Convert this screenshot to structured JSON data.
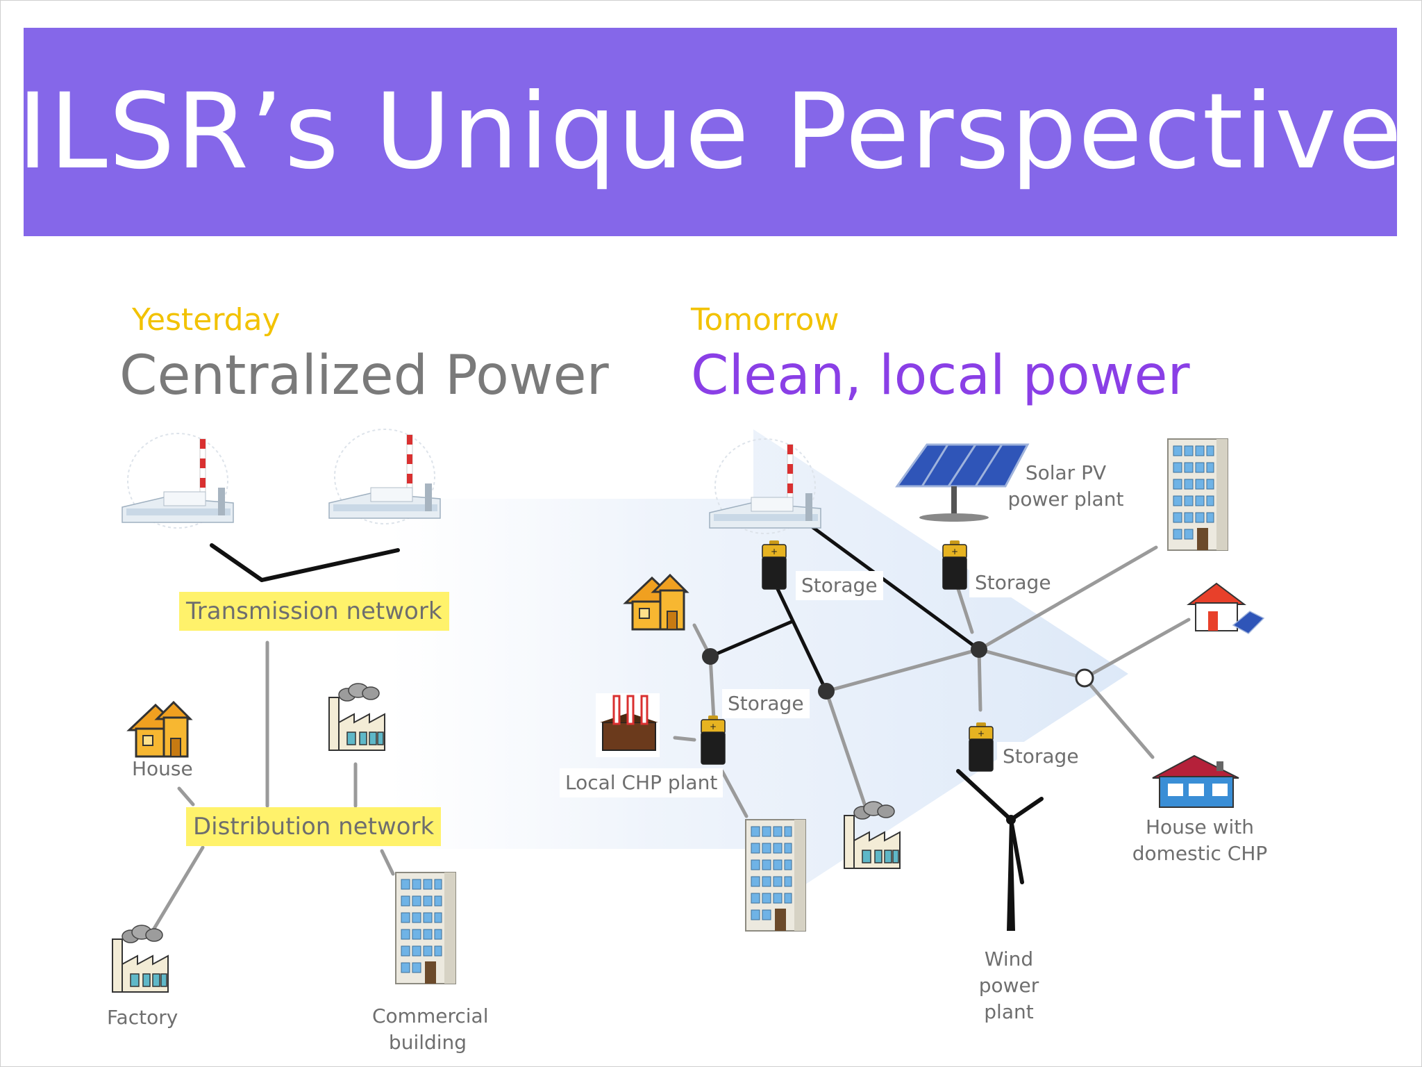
{
  "title": "ILSR’s Unique Perspective",
  "yesterday": {
    "era": "Yesterday",
    "heading": "Centralized Power",
    "transmission_label": "Transmission network",
    "distribution_label": "Distribution network",
    "house_label": "House",
    "factory_label": "Factory",
    "commercial_label_line1": "Commercial",
    "commercial_label_line2": "building"
  },
  "tomorrow": {
    "era": "Tomorrow",
    "heading": "Clean, local power",
    "solar_label_line1": "Solar PV",
    "solar_label_line2": "power plant",
    "storage_label": "Storage",
    "chp_label": "Local CHP plant",
    "wind_label_line1": "Wind",
    "wind_label_line2": "power",
    "wind_label_line3": "plant",
    "house_chp_line1": "House with",
    "house_chp_line2": "domestic CHP"
  },
  "colors": {
    "banner": "#8567e9",
    "era": "#f2c200",
    "heading_gray": "#7a7a7a",
    "heading_purple": "#8a3fe6",
    "network_highlight": "#fff26b"
  }
}
